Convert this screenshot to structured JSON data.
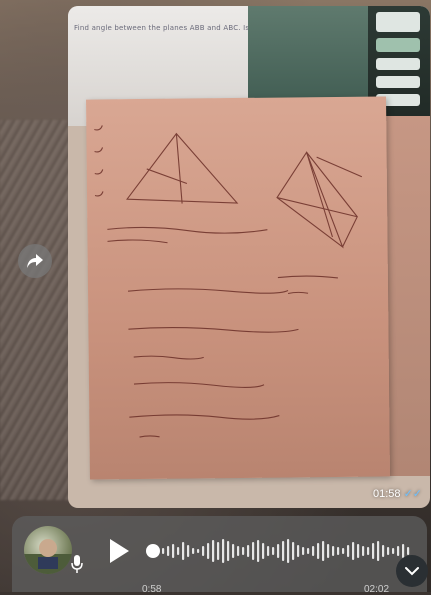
{
  "photo_message": {
    "time": "01:58",
    "read_ticks": "✓✓",
    "screen_text": "Find angle between the planes ABB and ABC. Is the student correct?"
  },
  "voice_message": {
    "elapsed": "0:58",
    "duration": "02:02",
    "progress": 0.0
  },
  "colors": {
    "tick": "#6ec1ff",
    "voice_bar": "#5c5c5c"
  },
  "icons": {
    "share": "share-arrow-icon",
    "play": "play-icon",
    "mic": "microphone-icon",
    "scroll": "chevron-down-icon"
  }
}
